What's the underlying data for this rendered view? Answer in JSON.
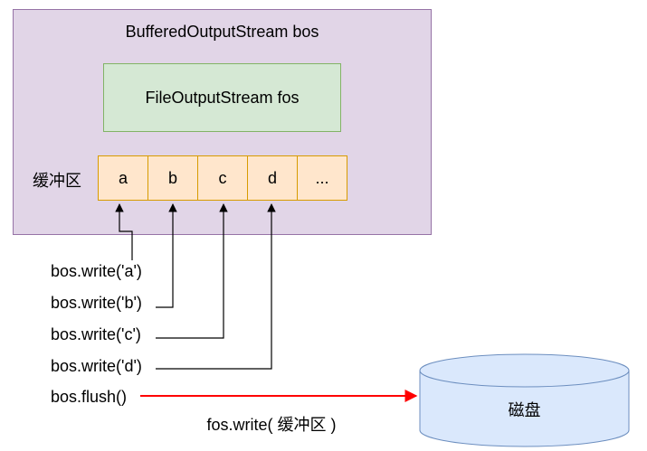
{
  "outer": {
    "title": "BufferedOutputStream  bos"
  },
  "inner": {
    "title": "FileOutputStream  fos"
  },
  "buffer": {
    "label": "缓冲区",
    "cells": [
      "a",
      "b",
      "c",
      "d",
      "..."
    ]
  },
  "calls": [
    "bos.write('a')",
    "bos.write('b')",
    "bos.write('c')",
    "bos.write('d')",
    "bos.flush()"
  ],
  "flush_label": "fos.write( 缓冲区 )",
  "disk": {
    "label": "磁盘"
  },
  "colors": {
    "outer_fill": "#e1d5e7",
    "outer_stroke": "#9673a6",
    "inner_fill": "#d5e8d4",
    "inner_stroke": "#82b366",
    "cell_fill": "#ffe6cc",
    "cell_stroke": "#d79b00",
    "disk_fill": "#dae8fc",
    "disk_stroke": "#6c8ebf",
    "flush_arrow": "#ff0000"
  }
}
